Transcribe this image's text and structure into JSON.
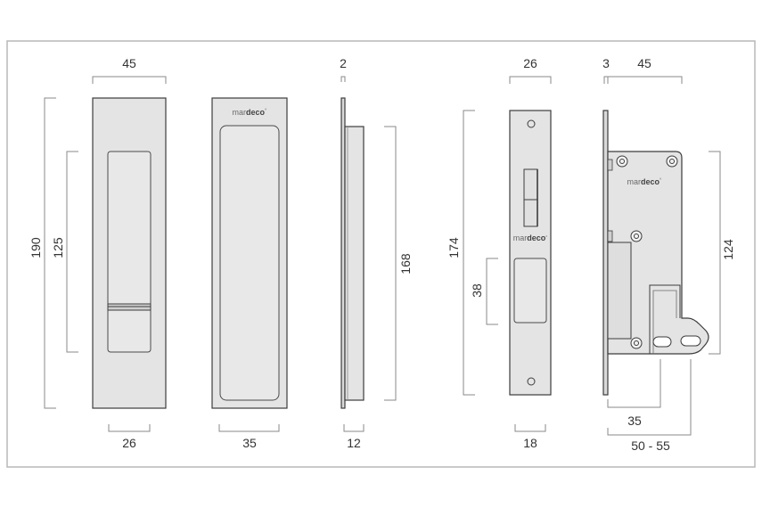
{
  "brand": {
    "logo_text": "mardeco",
    "logo_part1": "mar",
    "logo_part2": "deco",
    "logo_mark": "°"
  },
  "dimensions": {
    "front_width": "45",
    "front_height": "190",
    "recess_height": "125",
    "recess_width": "26",
    "cover_width": "35",
    "side_plate": "2",
    "side_body_height": "168",
    "side_depth": "12",
    "faceplate_width": "26",
    "faceplate_height": "174",
    "cutout_height": "38",
    "faceplate_bottom_width": "18",
    "lock_plate": "3",
    "lock_width": "45",
    "lock_height": "124",
    "backset": "35",
    "backset_range": "50 - 55"
  }
}
